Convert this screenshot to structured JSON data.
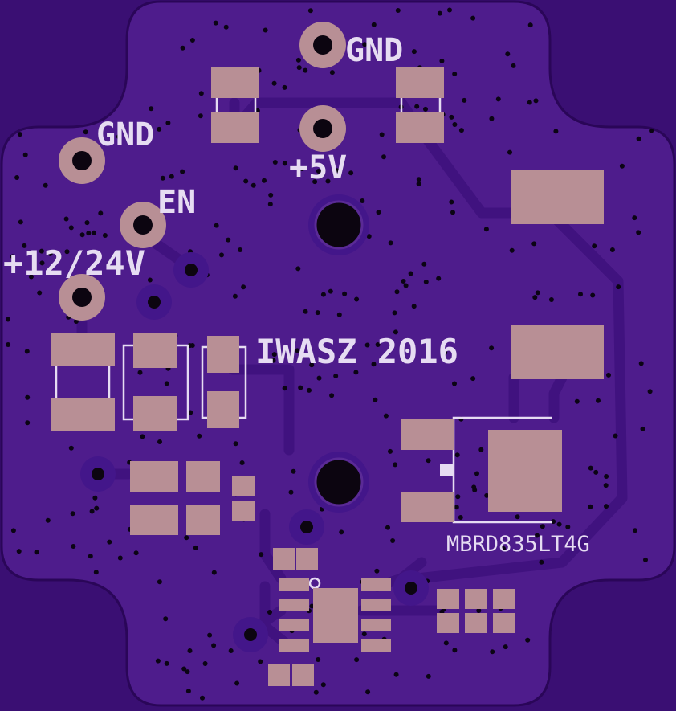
{
  "colors": {
    "background": "#3a0f73",
    "board": "#4e1c8c",
    "board_edge": "#2a0658",
    "copper_trace": "#46178a",
    "pad": "#b88f95",
    "hole": "#0c0510",
    "silkscreen": "#e6dcf2",
    "via_ring": "#5a2a96"
  },
  "labels": {
    "gnd_top": "GND",
    "plus5v": "+5V",
    "gnd_left": "GND",
    "en": "EN",
    "input_voltage": "+12/24V",
    "credit": "IWASZ 2016",
    "part_number": "MBRD835LT4G"
  }
}
